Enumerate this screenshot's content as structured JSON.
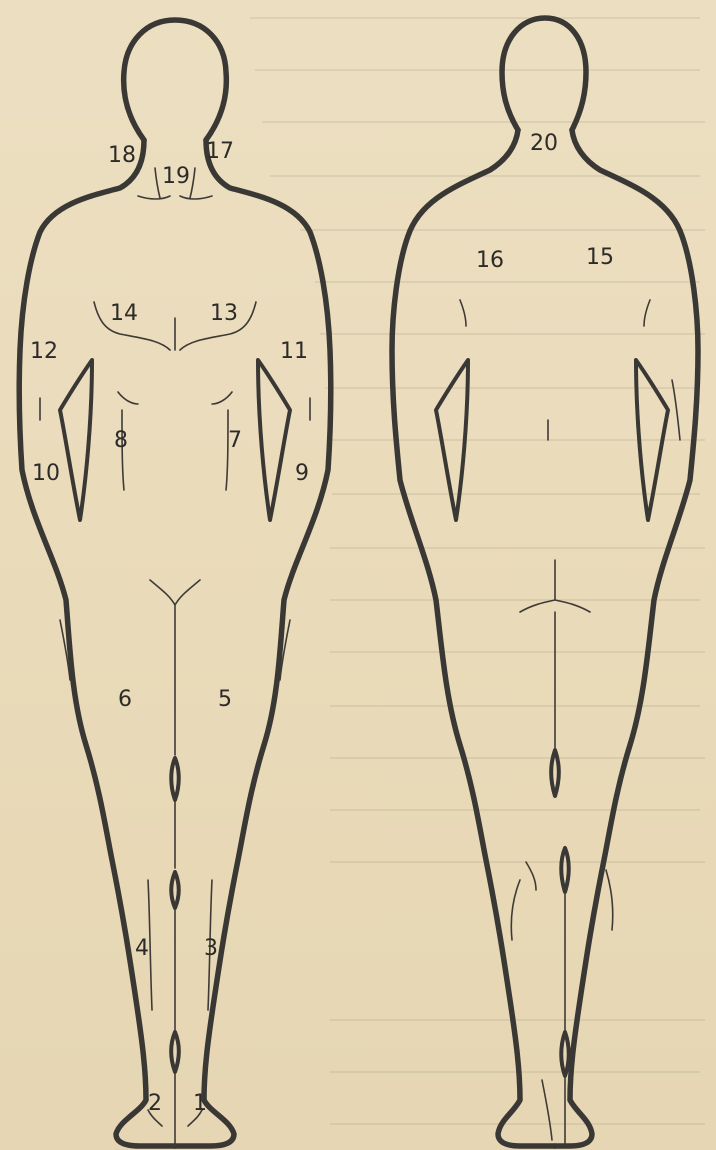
{
  "figure": {
    "front_labels": [
      {
        "id": "1",
        "text": "1"
      },
      {
        "id": "2",
        "text": "2"
      },
      {
        "id": "3",
        "text": "3"
      },
      {
        "id": "4",
        "text": "4"
      },
      {
        "id": "5",
        "text": "5"
      },
      {
        "id": "6",
        "text": "6"
      },
      {
        "id": "7",
        "text": "7"
      },
      {
        "id": "8",
        "text": "8"
      },
      {
        "id": "9",
        "text": "9"
      },
      {
        "id": "10",
        "text": "10"
      },
      {
        "id": "11",
        "text": "11"
      },
      {
        "id": "12",
        "text": "12"
      },
      {
        "id": "13",
        "text": "13"
      },
      {
        "id": "14",
        "text": "14"
      },
      {
        "id": "17",
        "text": "17"
      },
      {
        "id": "18",
        "text": "18"
      },
      {
        "id": "19",
        "text": "19"
      }
    ],
    "back_labels": [
      {
        "id": "15",
        "text": "15"
      },
      {
        "id": "16",
        "text": "16"
      },
      {
        "id": "20",
        "text": "20"
      }
    ]
  },
  "colors": {
    "paper": "#eadcbc",
    "ink": "#3a3835"
  }
}
